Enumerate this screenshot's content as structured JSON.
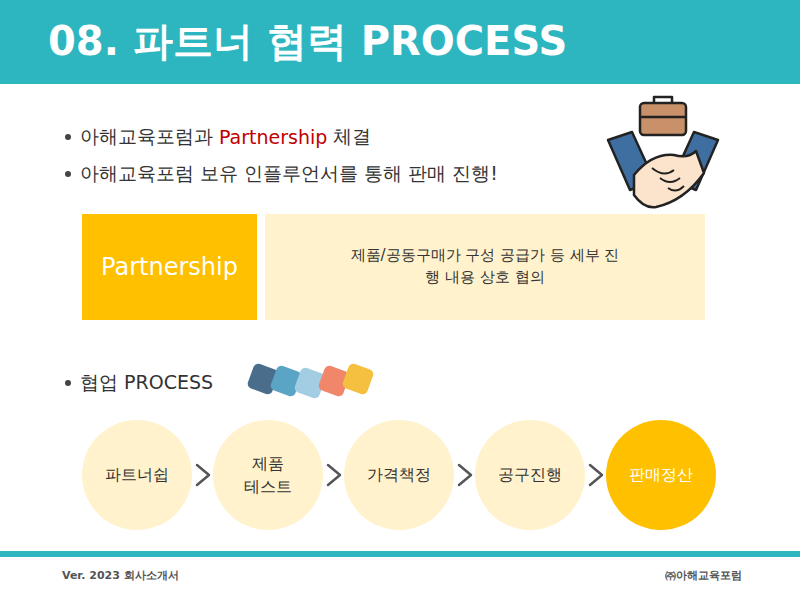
{
  "diagram": {
    "title": "08. 파트너 협력 PROCESS",
    "nodes": [
      {
        "text": [
          "Partnership"
        ]
      },
      {
        "text": [
          "제품/공동구매가 구성 공급가 등 세부 진행 내용 상호 협의"
        ]
      },
      {
        "text": [
          "파트너쉽"
        ]
      },
      {
        "text": [
          "제품 테스트"
        ]
      },
      {
        "text": [
          "가격책정"
        ]
      },
      {
        "text": [
          "공구진행"
        ]
      },
      {
        "text": [
          "판매정산"
        ]
      }
    ],
    "edges": [
      {
        "from": 2,
        "to": 3,
        "arrow": "to"
      },
      {
        "from": 3,
        "to": 4,
        "arrow": "to"
      },
      {
        "from": 4,
        "to": 5,
        "arrow": "to"
      },
      {
        "from": 5,
        "to": 6,
        "arrow": "to"
      }
    ],
    "labels": [
      "아해교육포럼과",
      "Partnership",
      "체결",
      "아해교육포럼 보유 인플루언서를 통해 판매 진행!",
      "협업 PROCESS",
      "Ver. 2023 회사소개서",
      "㈜아해교육포럼"
    ]
  }
}
